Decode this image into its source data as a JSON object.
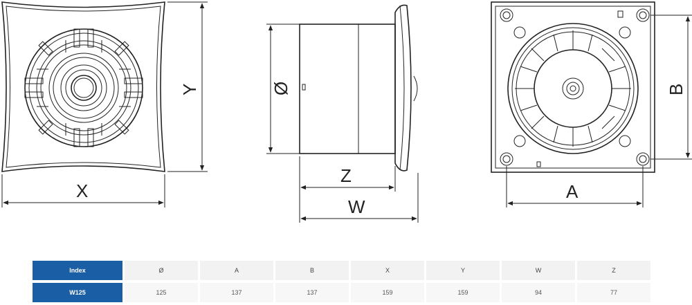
{
  "dimension_labels": {
    "x": "X",
    "y": "Y",
    "diameter": "Ø",
    "z": "Z",
    "w": "W",
    "a": "A",
    "b": "B"
  },
  "table": {
    "header_label": "Index",
    "columns": [
      "Ø",
      "A",
      "B",
      "X",
      "Y",
      "W",
      "Z"
    ],
    "rows": [
      {
        "model": "W125",
        "values": [
          "125",
          "137",
          "137",
          "159",
          "159",
          "94",
          "77"
        ]
      }
    ]
  },
  "colors": {
    "header_blue": "#1a5fa6",
    "line": "#222222"
  }
}
